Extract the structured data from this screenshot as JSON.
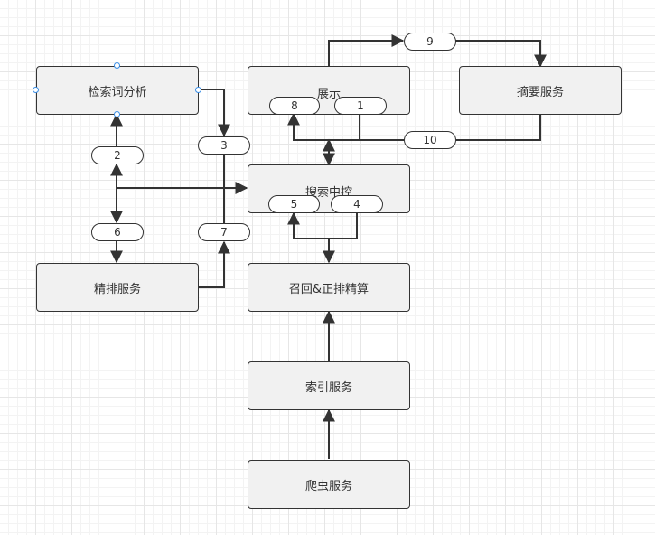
{
  "nodes": {
    "query_analysis": "检索词分析",
    "display": "展示",
    "summary_service": "摘要服务",
    "search_control": "搜索中控",
    "fine_ranking": "精排服务",
    "recall_ranking": "召回&正排精算",
    "index_service": "索引服务",
    "crawler_service": "爬虫服务"
  },
  "edge_labels": {
    "e1": "1",
    "e2": "2",
    "e3": "3",
    "e4": "4",
    "e5": "5",
    "e6": "6",
    "e7": "7",
    "e8": "8",
    "e9": "9",
    "e10": "10"
  },
  "colors": {
    "stroke": "#333333",
    "node_fill": "#f1f1f1",
    "label_fill": "#ffffff",
    "selection": "#3a8ee6"
  }
}
